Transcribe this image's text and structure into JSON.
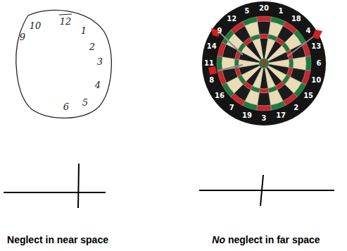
{
  "diagram": {
    "labels": [
      "9",
      "10",
      "12",
      "1",
      "2",
      "3",
      "4",
      "6",
      "5",
      "20",
      "1",
      "18",
      "4",
      "13",
      "6",
      "10",
      "15",
      "2",
      "17",
      "3",
      "19",
      "7",
      "16",
      "8",
      "11",
      "14",
      "9",
      "12",
      "5",
      "Neglect in near space",
      "No neglect in far space"
    ]
  }
}
